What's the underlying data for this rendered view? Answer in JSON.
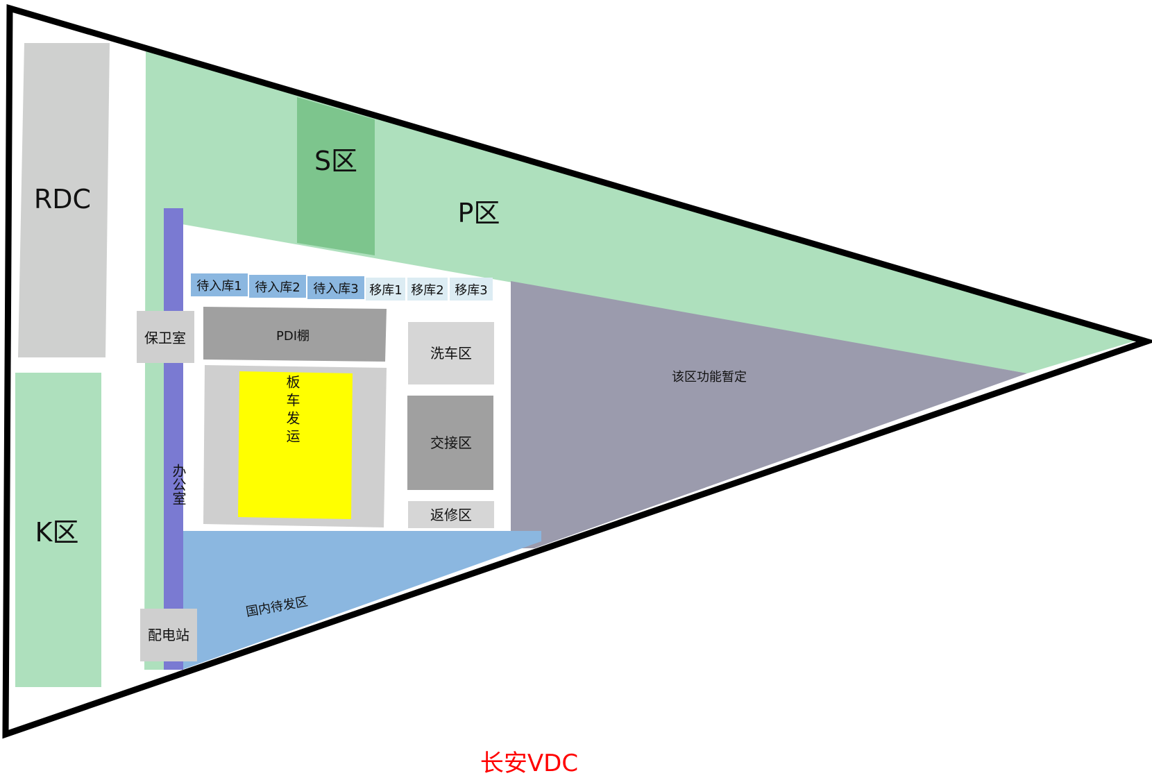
{
  "zones": {
    "rdc": "RDC",
    "k_zone": "K区",
    "s_zone": "S区",
    "p_zone": "P区",
    "guard_room": "保卫室",
    "office": "办公室",
    "power_station": "配电站",
    "pending_in_1": "待入库1",
    "pending_in_2": "待入库2",
    "pending_in_3": "待入库3",
    "move_1": "移库1",
    "move_2": "移库2",
    "move_3": "移库3",
    "pdi_shed": "PDI棚",
    "flatbed_dispatch": "板车发运",
    "car_wash": "洗车区",
    "handover": "交接区",
    "repair": "返修区",
    "tbd_area": "该区功能暂定",
    "domestic_pending": "国内待发区"
  },
  "caption": "长安VDC",
  "colors": {
    "light_green": "#aee0bd",
    "dark_green": "#7dc58d",
    "gray": "#cfcfcf",
    "dark_gray": "#a0a0a0",
    "slate": "#9b9bad",
    "blue": "#8bb7e0",
    "violet": "#7a7ad2",
    "yellow": "#ffff00",
    "caption_red": "#ff0000",
    "outline": "#000000"
  }
}
